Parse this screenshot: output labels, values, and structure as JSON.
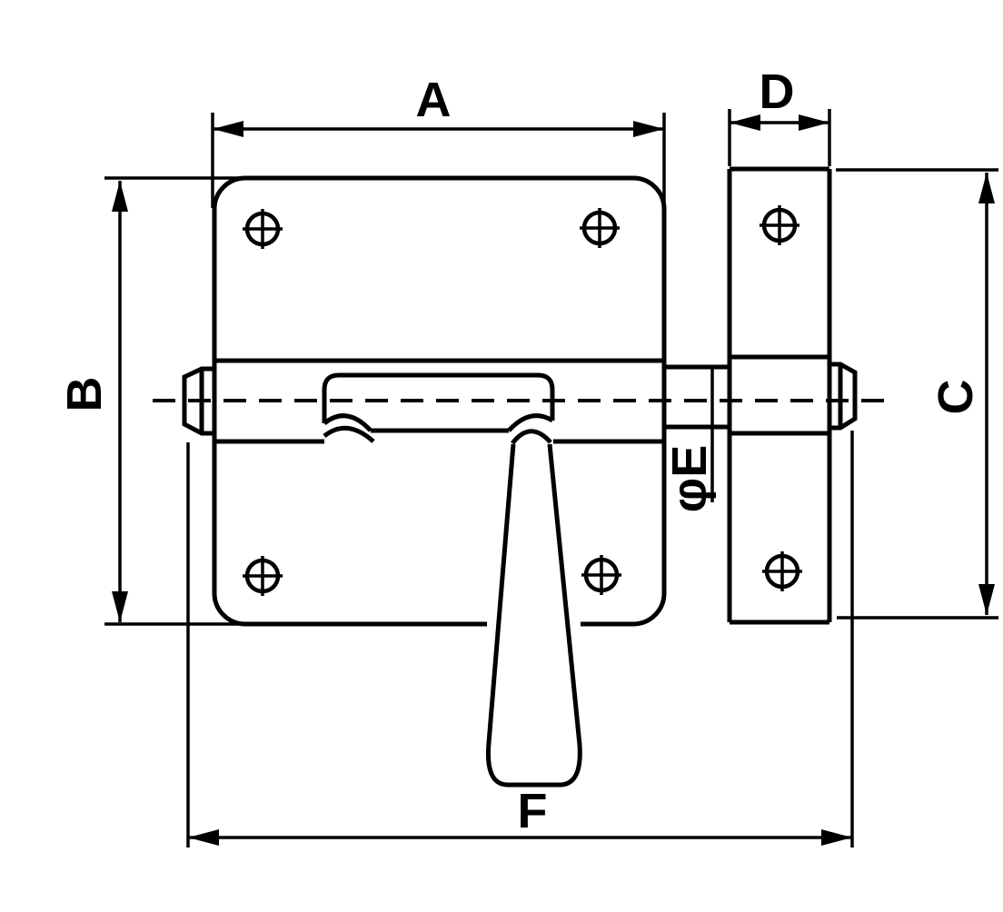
{
  "drawing": {
    "labels": {
      "plate_width": "A",
      "plate_height": "B",
      "keeper_height": "C",
      "keeper_width": "D",
      "bolt_diameter": "φE",
      "overall_length": "F"
    },
    "colors": {
      "line": "#000000",
      "background": "#ffffff"
    }
  }
}
